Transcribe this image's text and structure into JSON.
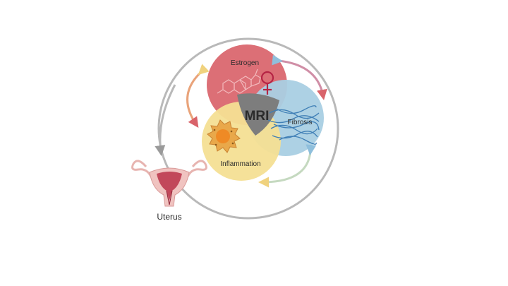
{
  "diagram": {
    "center_label": "MRI",
    "lobes": [
      {
        "label": "Estrogen",
        "color": "#d9636a",
        "icon": "estrogen-molecule-and-female-symbol"
      },
      {
        "label": "Fibrosis",
        "color": "#a9cfe3",
        "icon": "fibrous-tissue-strands"
      },
      {
        "label": "Inflammation",
        "color": "#f4df93",
        "icon": "inflamed-cell"
      }
    ],
    "center_color": "#7d7d7d",
    "organ_label": "Uterus",
    "organ_icon": "uterus-illustration",
    "outer_cycle_color": "#b9b9b9",
    "arrow_colors": {
      "red": "#d9636a",
      "blue": "#8fbfdc",
      "yellow": "#f0d27e",
      "gray": "#9a9a9a"
    }
  }
}
